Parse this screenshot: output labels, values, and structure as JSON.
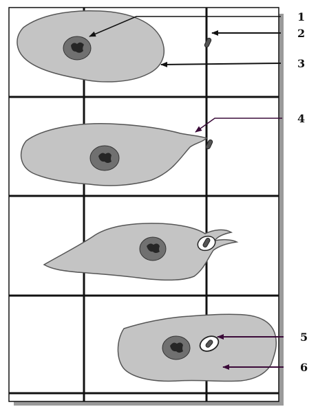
{
  "labels": [
    "1",
    "2",
    "3",
    "4",
    "5",
    "6"
  ],
  "colors": {
    "cell_fill": "#c4c4c4",
    "cell_outline": "#555555",
    "nucleus_fill": "#707070",
    "chromatin": "#262626",
    "grid_line": "#111111",
    "frame_shadow": "#9a9a9a",
    "arrow_dark": "#111111",
    "arrow_accent": "#3a0a38",
    "particle": "#555555"
  },
  "icons": {
    "frames": "cell-phagocytosis-frame",
    "arrows": "pointer-arrow"
  }
}
